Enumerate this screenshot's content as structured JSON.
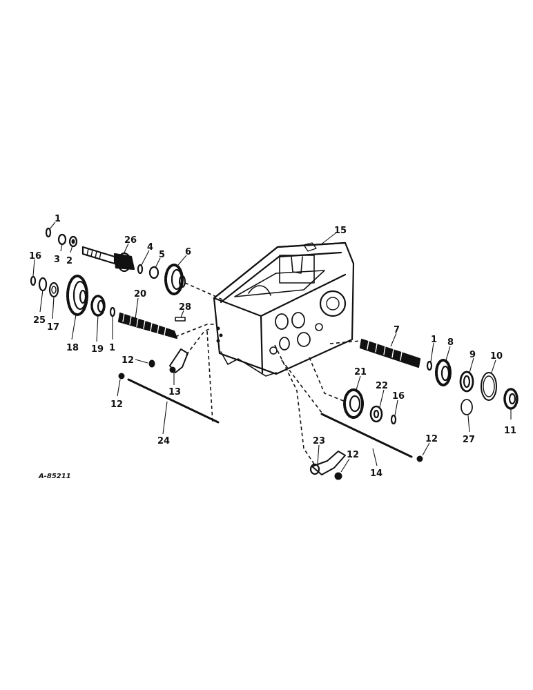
{
  "figure_id": "A-85211",
  "callouts": [
    {
      "id": "c1a",
      "text": "1"
    },
    {
      "id": "c3",
      "text": "3"
    },
    {
      "id": "c2",
      "text": "2"
    },
    {
      "id": "c26",
      "text": "26"
    },
    {
      "id": "c4",
      "text": "4"
    },
    {
      "id": "c5",
      "text": "5"
    },
    {
      "id": "c6",
      "text": "6"
    },
    {
      "id": "c16a",
      "text": "16"
    },
    {
      "id": "c25",
      "text": "25"
    },
    {
      "id": "c17",
      "text": "17"
    },
    {
      "id": "c18",
      "text": "18"
    },
    {
      "id": "c19",
      "text": "19"
    },
    {
      "id": "c1b",
      "text": "1"
    },
    {
      "id": "c20",
      "text": "20"
    },
    {
      "id": "c28",
      "text": "28"
    },
    {
      "id": "c15",
      "text": "15"
    },
    {
      "id": "c12a",
      "text": "12"
    },
    {
      "id": "c13",
      "text": "13"
    },
    {
      "id": "c12b",
      "text": "12"
    },
    {
      "id": "c24",
      "text": "24"
    },
    {
      "id": "c7",
      "text": "7"
    },
    {
      "id": "c1c",
      "text": "1"
    },
    {
      "id": "c8",
      "text": "8"
    },
    {
      "id": "c9",
      "text": "9"
    },
    {
      "id": "c10",
      "text": "10"
    },
    {
      "id": "c11",
      "text": "11"
    },
    {
      "id": "c27",
      "text": "27"
    },
    {
      "id": "c21",
      "text": "21"
    },
    {
      "id": "c22",
      "text": "22"
    },
    {
      "id": "c16b",
      "text": "16"
    },
    {
      "id": "c23",
      "text": "23"
    },
    {
      "id": "c12c",
      "text": "12"
    },
    {
      "id": "c14",
      "text": "14"
    },
    {
      "id": "c12d",
      "text": "12"
    }
  ]
}
